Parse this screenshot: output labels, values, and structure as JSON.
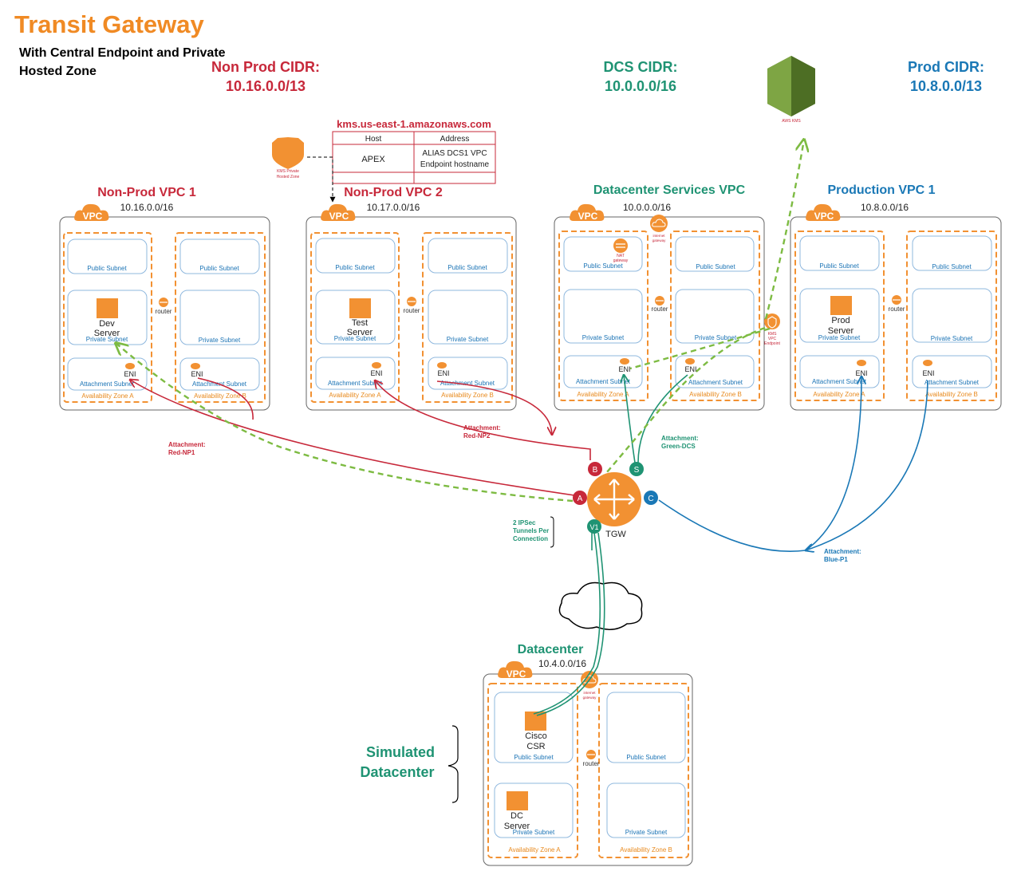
{
  "header": {
    "title": "Transit Gateway",
    "subtitle_line1": "With Central Endpoint and Private",
    "subtitle_line2": "Hosted Zone"
  },
  "cidrs": {
    "nonprod_label": "Non Prod CIDR:",
    "nonprod_value": "10.16.0.0/13",
    "dcs_label": "DCS CIDR:",
    "dcs_value": "10.0.0.0/16",
    "prod_label": "Prod CIDR:",
    "prod_value": "10.8.0.0/13"
  },
  "colors": {
    "title": "#f08a24",
    "red": "#c7283a",
    "green": "#1f9373",
    "blue": "#1a78b6",
    "orange": "#f29132",
    "dashed_green": "#7dbb42"
  },
  "dns": {
    "domain": "kms.us-east-1.amazonaws.com",
    "col_host": "Host",
    "col_address": "Address",
    "row_host": "APEX",
    "row_address_1": "ALIAS DCS1 VPC",
    "row_address_2": "Endpoint hostname",
    "hosted_zone_line1": "KMS Private",
    "hosted_zone_line2": "Hosted Zone"
  },
  "common": {
    "vpc_badge": "VPC",
    "public_subnet": "Public Subnet",
    "private_subnet": "Private Subnet",
    "attachment_subnet": "Attachment Subnet",
    "az_a": "Availability Zone A",
    "az_b": "Availability Zone B",
    "router": "router",
    "eni": "ENI",
    "igw_line1": "internet",
    "igw_line2": "gateway"
  },
  "vpcs": {
    "np1_name": "Non-Prod VPC 1",
    "np1_cidr": "10.16.0.0/16",
    "np1_server_1": "Dev",
    "np1_server_2": "Server",
    "np2_name": "Non-Prod VPC 2",
    "np2_cidr": "10.17.0.0/16",
    "np2_server_1": "Test",
    "np2_server_2": "Server",
    "dcs_name": "Datacenter Services VPC",
    "dcs_cidr": "10.0.0.0/16",
    "nat_line1": "NAT",
    "nat_line2": "gateway",
    "endpoint_line1": "KMS",
    "endpoint_line2": "VPC",
    "endpoint_line3": "Endpoint",
    "prod_name": "Production VPC 1",
    "prod_cidr": "10.8.0.0/16",
    "prod_server_1": "Prod",
    "prod_server_2": "Server",
    "dc_name": "Datacenter",
    "dc_cidr": "10.4.0.0/16",
    "dc_csr_1": "Cisco",
    "dc_csr_2": "CSR",
    "dc_server_1": "DC",
    "dc_server_2": "Server"
  },
  "kms": {
    "label": "AWS KMS"
  },
  "tgw": {
    "label": "TGW",
    "port_a": "A",
    "port_b": "B",
    "port_s": "S",
    "port_c": "C",
    "port_v1": "V1"
  },
  "attachments": {
    "np1_line1": "Attachment:",
    "np1_line2": "Red-NP1",
    "np2_line1": "Attachment:",
    "np2_line2": "Red-NP2",
    "dcs_line1": "Attachment:",
    "dcs_line2": "Green-DCS",
    "prod_line1": "Attachment:",
    "prod_line2": "Blue-P1"
  },
  "vpn": {
    "line1": "2 IPSec",
    "line2": "Tunnels Per",
    "line3": "Connection"
  },
  "simulated": {
    "line1": "Simulated",
    "line2": "Datacenter"
  }
}
